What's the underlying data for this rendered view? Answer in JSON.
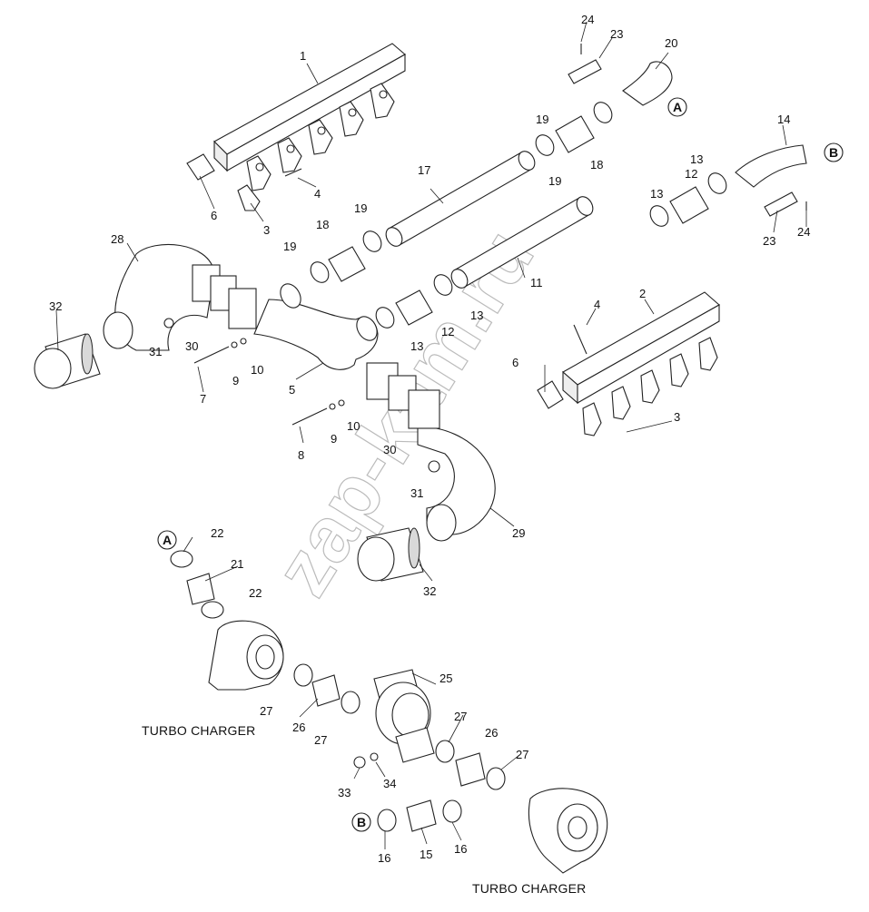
{
  "diagram": {
    "captions": {
      "turbo_left": "TURBO CHARGER",
      "turbo_right": "TURBO CHARGER"
    },
    "watermark": "zap-kam.ru",
    "ref_markers": {
      "a": "A",
      "b": "B"
    },
    "labels": {
      "l1": "1",
      "l2": "2",
      "l3a": "3",
      "l3b": "3",
      "l4a": "4",
      "l4b": "4",
      "l5": "5",
      "l6a": "6",
      "l6b": "6",
      "l7": "7",
      "l8": "8",
      "l9a": "9",
      "l9b": "9",
      "l10a": "10",
      "l10b": "10",
      "l11": "11",
      "l12a": "12",
      "l12b": "12",
      "l13a": "13",
      "l13b": "13",
      "l13c": "13",
      "l13d": "13",
      "l14": "14",
      "l15": "15",
      "l16a": "16",
      "l16b": "16",
      "l17": "17",
      "l18a": "18",
      "l18b": "18",
      "l19a": "19",
      "l19b": "19",
      "l19c": "19",
      "l19d": "19",
      "l20": "20",
      "l21": "21",
      "l22a": "22",
      "l22b": "22",
      "l23a": "23",
      "l23b": "23",
      "l24a": "24",
      "l24b": "24",
      "l25": "25",
      "l26a": "26",
      "l26b": "26",
      "l27a": "27",
      "l27b": "27",
      "l27c": "27",
      "l27d": "27",
      "l28": "28",
      "l29": "29",
      "l30a": "30",
      "l30b": "30",
      "l31a": "31",
      "l31b": "31",
      "l32a": "32",
      "l32b": "32",
      "l33": "33",
      "l34": "34"
    }
  }
}
